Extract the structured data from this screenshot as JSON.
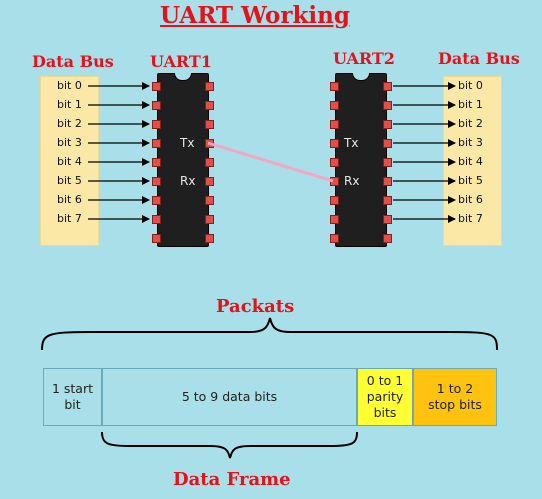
{
  "title": "UART Working",
  "left_bus_label": "Data Bus",
  "right_bus_label": "Data Bus",
  "uart1_label": "UART1",
  "uart2_label": "UART2",
  "left_bits": [
    "bit 0",
    "bit 1",
    "bit 2",
    "bit 3",
    "bit 4",
    "bit 5",
    "bit 6",
    "bit 7"
  ],
  "right_bits": [
    "bit 0",
    "bit 1",
    "bit 2",
    "bit 3",
    "bit 4",
    "bit 5",
    "bit 6",
    "bit 7"
  ],
  "uart1_tx": "Tx",
  "uart1_rx": "Rx",
  "uart2_tx": "Tx",
  "uart2_rx": "Rx",
  "packets_label": "Packats",
  "data_frame_label": "Data Frame",
  "frame": {
    "start_bit": [
      "1 start",
      "bit"
    ],
    "data_bits": "5 to 9 data bits",
    "parity_bits": [
      "0 to 1",
      "parity",
      "bits"
    ],
    "stop_bits": [
      "1 to 2",
      "stop bits"
    ]
  },
  "colors": {
    "background": "#a8dfe9",
    "title": "#e3121b",
    "bus": "#fbe7a6",
    "parity": "#ffff33",
    "stop": "#ffc20e",
    "data": "#a8dfe9",
    "link": "#f4a6c8"
  }
}
